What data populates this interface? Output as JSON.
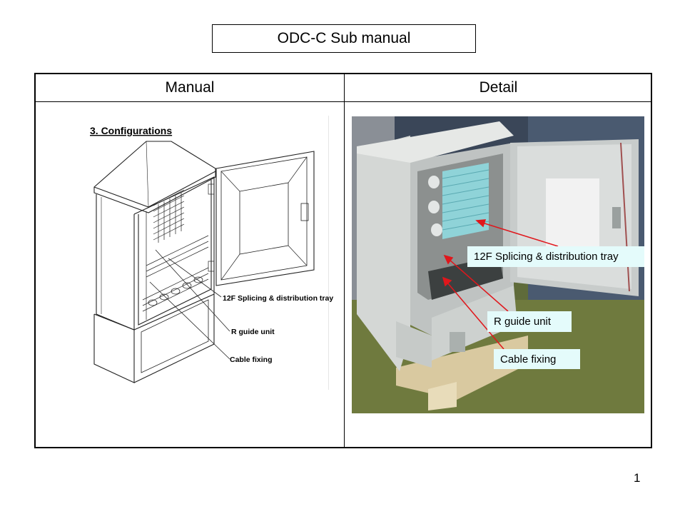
{
  "title": "ODC-C Sub manual",
  "table": {
    "headers": {
      "manual": "Manual",
      "detail": "Detail"
    }
  },
  "manual_figure": {
    "heading": "3.   Configurations",
    "labels": {
      "splicing": "12F Splicing & distribution tray",
      "guide": "R guide unit",
      "cable": "Cable fixing"
    }
  },
  "photo": {
    "callouts": {
      "splicing": "12F Splicing & distribution tray",
      "guide": "R guide unit",
      "cable": "Cable fixing"
    },
    "arrow_color": "#e0171c",
    "callout_bg": "#e4fbfb"
  },
  "page_number": "1"
}
